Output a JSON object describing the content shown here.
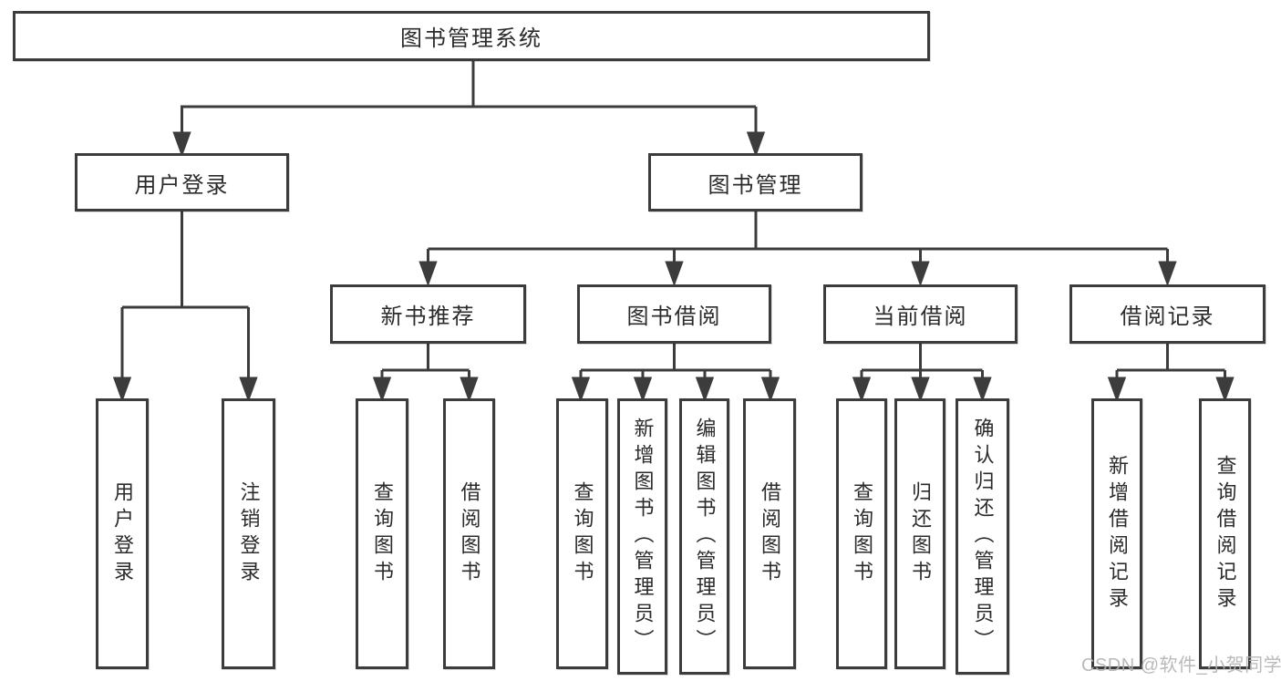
{
  "tree": {
    "label": "图书管理系统",
    "children": [
      {
        "label": "用户登录",
        "children": [
          {
            "label": "用户登录"
          },
          {
            "label": "注销登录"
          }
        ]
      },
      {
        "label": "图书管理",
        "children": [
          {
            "label": "新书推荐",
            "children": [
              {
                "label": "查询图书"
              },
              {
                "label": "借阅图书"
              }
            ]
          },
          {
            "label": "图书借阅",
            "children": [
              {
                "label": "查询图书"
              },
              {
                "label": "新增图书（管理员）"
              },
              {
                "label": "编辑图书（管理员）"
              },
              {
                "label": "借阅图书"
              }
            ]
          },
          {
            "label": "当前借阅",
            "children": [
              {
                "label": "查询图书"
              },
              {
                "label": "归还图书"
              },
              {
                "label": "确认归还（管理员）"
              }
            ]
          },
          {
            "label": "借阅记录",
            "children": [
              {
                "label": "新增借阅记录"
              },
              {
                "label": "查询借阅记录"
              }
            ]
          }
        ]
      }
    ]
  },
  "watermark": "CSDN @软件_小贺同学",
  "colors": {
    "line": "#3c3c3c",
    "text": "#2b2b2b",
    "watermark": "#b4b4b4"
  }
}
